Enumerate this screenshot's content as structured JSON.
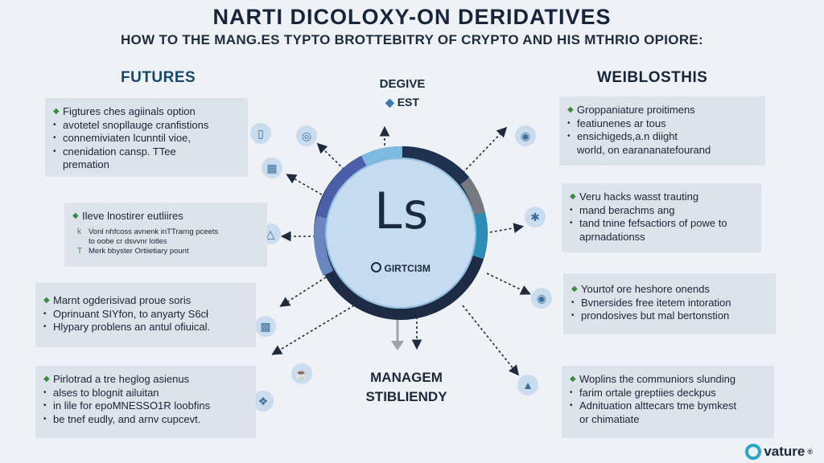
{
  "title": "NARTI DICOLOXY-ON DERIDATIVES",
  "subtitle": "HOW TO THE MANG.ES TYPTO BROTTEBITRY OF CRYPTO AND HIS MTHRIO OPIORE:",
  "left_heading": "FUTURES",
  "right_heading": "WEIBLOSTHIS",
  "top_center": {
    "line1": "DEGIVE",
    "line2": "EST"
  },
  "bottom_center": {
    "line1": "MANAGEM",
    "line2": "STIBLIENDY"
  },
  "hub": {
    "mark": "Ls",
    "label": "GIRTCI3M"
  },
  "brand": "vature",
  "left_boxes": [
    {
      "lines": [
        "Figtures ches agiinals option",
        "avotetel snopllauge cranfistions",
        "connemiviaten lcunntil vioe,",
        "cnenidation cansp. TTee",
        "premation"
      ]
    },
    {
      "lines": [
        "Ileve lnostirer eutliires",
        "Vonl nhfcoss avnenk inTTrarng pceets",
        "to oobe cr dsvvnr lotles",
        "Merk bbyster Ortiietiary pount"
      ]
    },
    {
      "lines": [
        "Marnt ogderisivad proue soris",
        "Oprinuant SIYfon, to anyarty S6cł",
        "Hlypary problens an antul ofiuical."
      ]
    },
    {
      "lines": [
        "Pirlotrad a tre heglog asienus",
        "alses to blognit ailuitan",
        "in lile for epoMNESSO1R loobfins",
        "be tnef eudly, and arnv cupcevt."
      ]
    }
  ],
  "right_boxes": [
    {
      "lines": [
        "Groppaniature proitimens",
        "featiunenes ar tous",
        "ensichigeds,a.n diight",
        "world, on earananatefourand"
      ]
    },
    {
      "lines": [
        "Veru hacks wasst trauting",
        "mand berachms ang",
        "tand tnine fefsactiors of powe to",
        "aprnadationss"
      ]
    },
    {
      "lines": [
        "Yourtof ore heshore onends",
        "Bvnersides free itetem intoration",
        "prondosives but mal bertonstion"
      ]
    },
    {
      "lines": [
        "Woplins the communiors slunding",
        "farim ortale greptiies deckpus",
        "Adnituation alttecars tme bymkest",
        "or chimatiate"
      ]
    }
  ],
  "icons": [
    "target-icon",
    "book-icon",
    "gamepad-icon",
    "trophy-icon",
    "shield-icon",
    "globe-icon",
    "dragon-icon",
    "pig-icon",
    "mug-icon",
    "chart-icon",
    "gear-icon"
  ]
}
